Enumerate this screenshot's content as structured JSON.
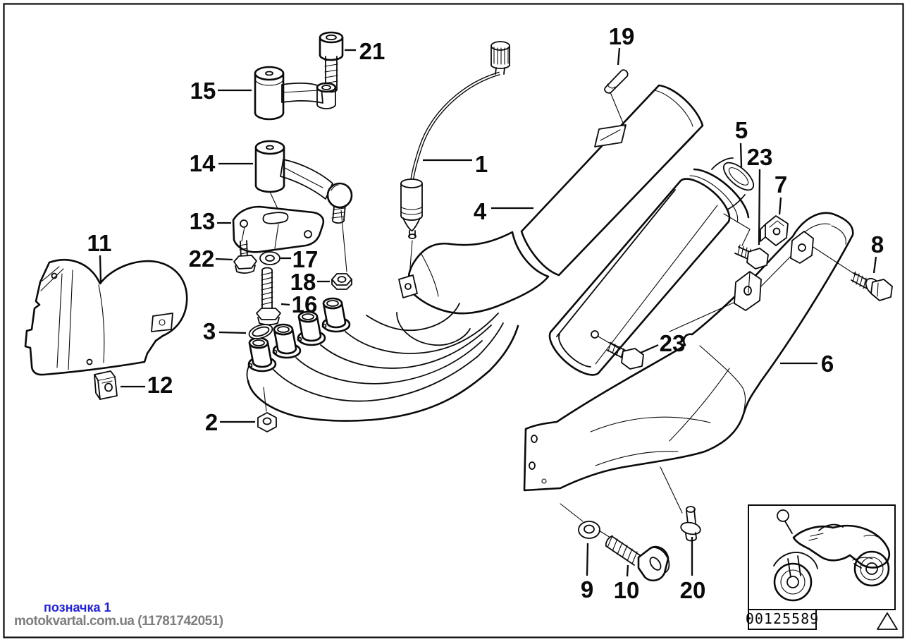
{
  "diagram": {
    "callouts": {
      "1": "1",
      "2": "2",
      "3": "3",
      "4": "4",
      "5": "5",
      "6": "6",
      "7": "7",
      "8": "8",
      "9": "9",
      "10": "10",
      "11": "11",
      "12": "12",
      "13": "13",
      "14": "14",
      "15": "15",
      "16": "16",
      "17": "17",
      "18": "18",
      "19": "19",
      "20": "20",
      "21": "21",
      "22": "22",
      "23": "23"
    },
    "plate_number": "00125589",
    "icons": {
      "thumbnail": "motorcycle-icon",
      "footer": "warning-triangle-icon"
    }
  },
  "watermark": {
    "caption": "позначка 1",
    "source": "motokvartal.com.ua (11781742051)"
  },
  "colors": {
    "line": "#0a0a0a",
    "caption_blue": "#2222dd",
    "source_gray": "#7e7e7e",
    "background": "#ffffff"
  }
}
